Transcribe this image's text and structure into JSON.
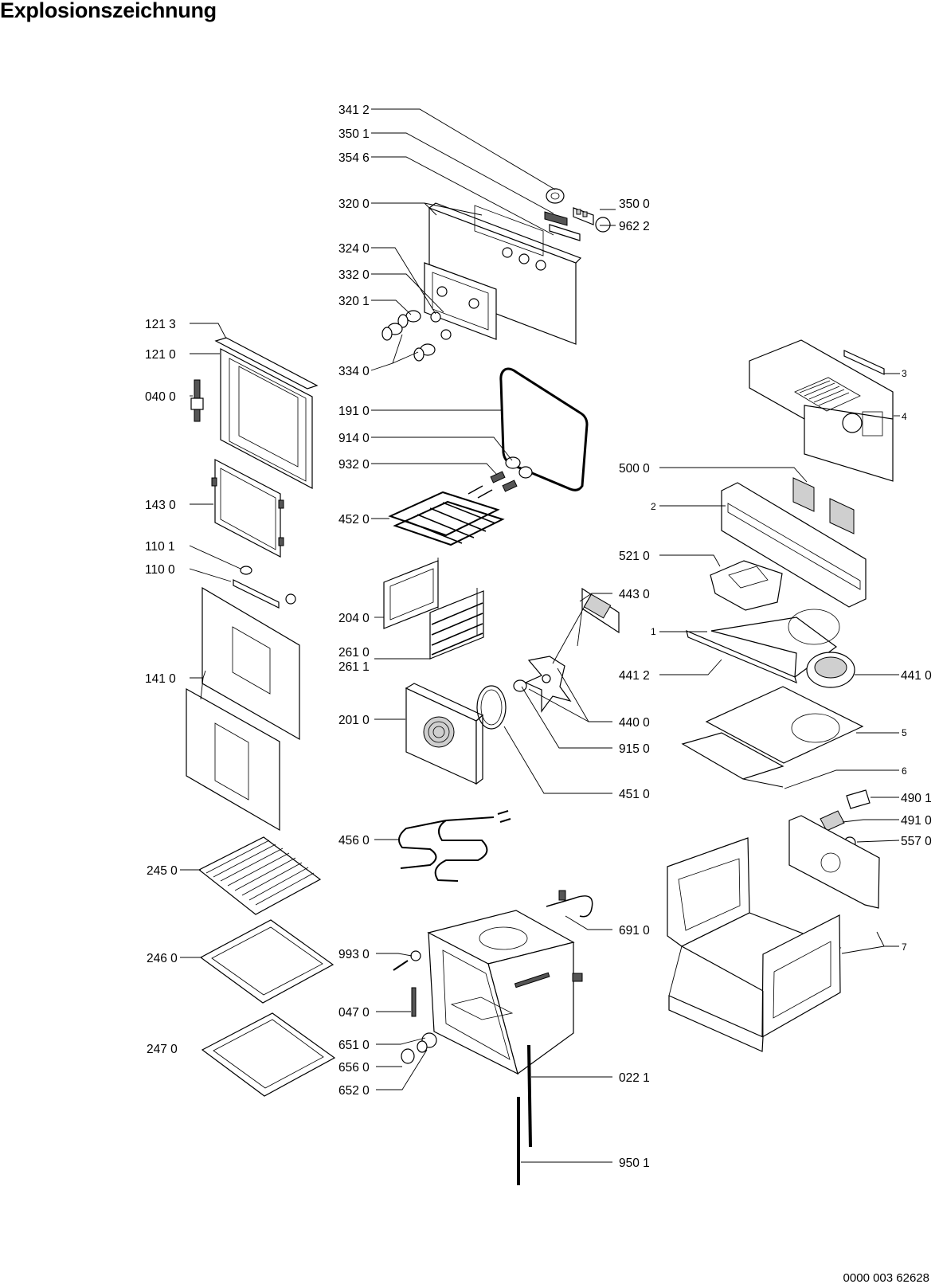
{
  "title": "Explosionszeichnung",
  "footer_code": "0000 003 62628",
  "part_labels": {
    "l3412": "341 2",
    "l3501": "350 1",
    "l3546": "354 6",
    "l3200": "320 0",
    "l3240": "324 0",
    "l3320": "332 0",
    "l3201": "320 1",
    "l3340": "334 0",
    "l3500": "350 0",
    "l9622": "962 2",
    "l1213": "121 3",
    "l1210": "121 0",
    "l0400": "040 0",
    "l1430": "143 0",
    "l1101": "110 1",
    "l1100": "110 0",
    "l1410": "141 0",
    "l1910": "191 0",
    "l9140": "914 0",
    "l9320": "932 0",
    "l4520": "452 0",
    "l2040": "204 0",
    "l2610": "261 0",
    "l2611": "261 1",
    "l2010": "201 0",
    "l4430": "443 0",
    "l4400": "440 0",
    "l9150": "915 0",
    "l4510": "451 0",
    "l4412": "441 2",
    "l4410": "441 0",
    "l5000": "500 0",
    "l5210": "521 0",
    "n1": "1",
    "n2": "2",
    "n3": "3",
    "n4": "4",
    "n5": "5",
    "n6": "6",
    "n7": "7",
    "l4901": "490 1",
    "l4910": "491 0",
    "l5570": "557 0",
    "l4560": "456 0",
    "l2450": "245 0",
    "l2460": "246 0",
    "l2470": "247 0",
    "l6910": "691 0",
    "l9930": "993 0",
    "l0470": "047 0",
    "l6510": "651 0",
    "l6560": "656 0",
    "l6520": "652 0",
    "l0221": "022 1",
    "l9501": "950 1"
  }
}
